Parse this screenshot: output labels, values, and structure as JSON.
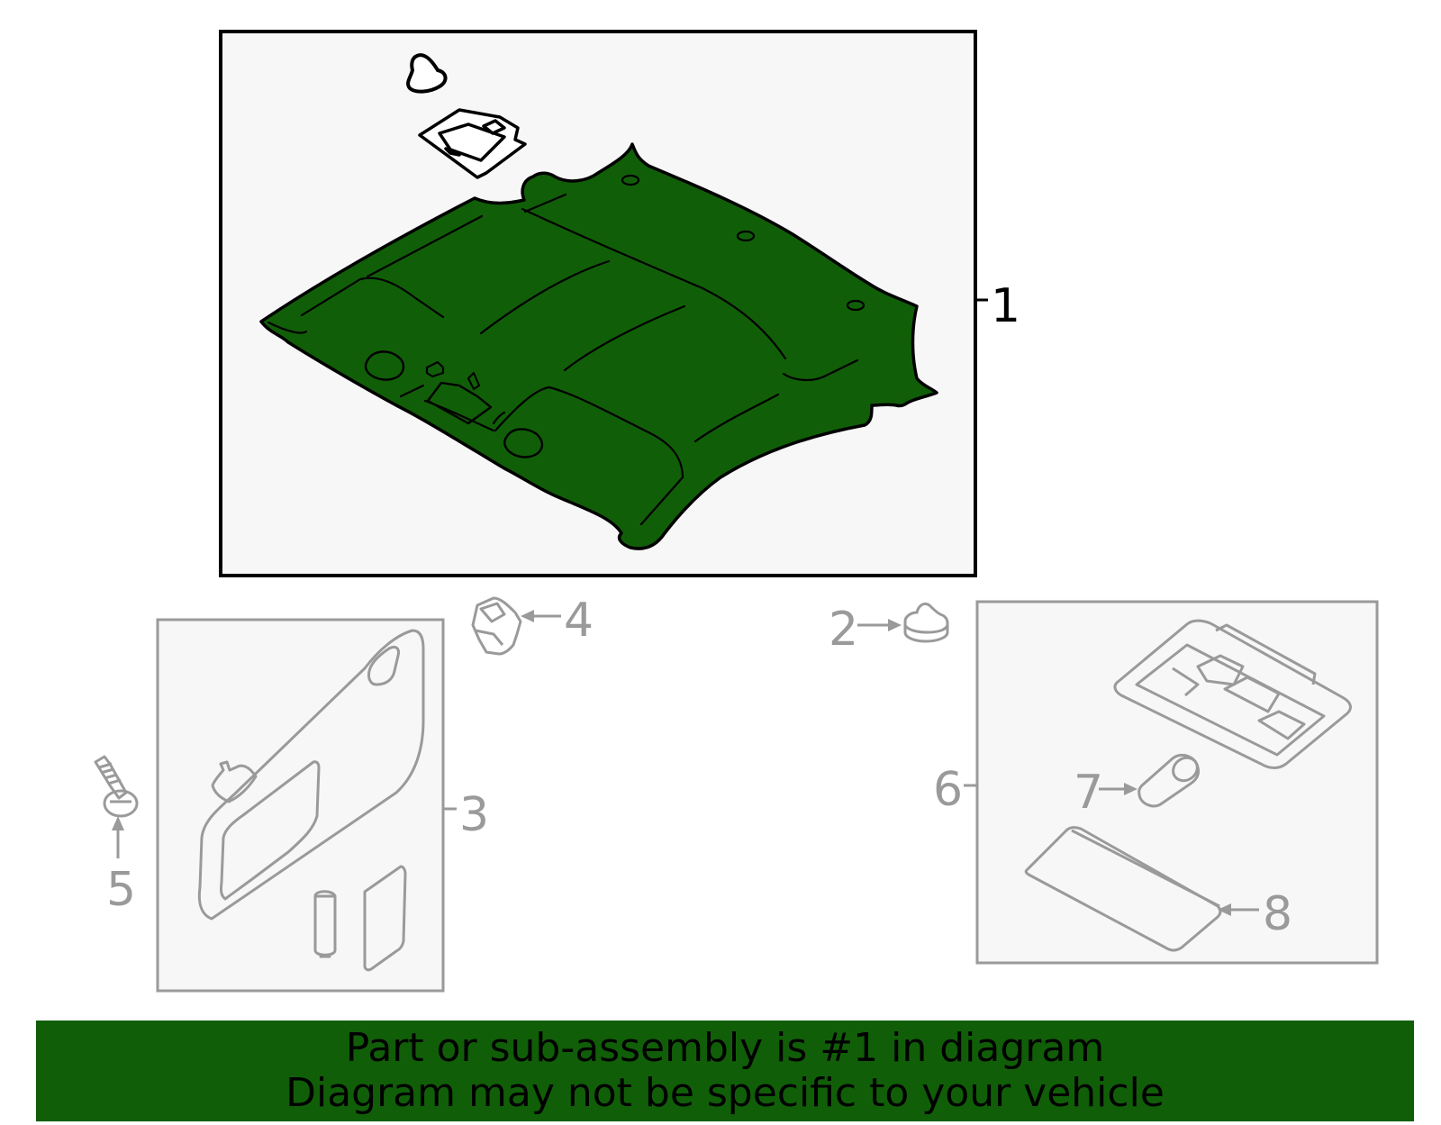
{
  "colors": {
    "highlight_green": "#115e08",
    "main_outline": "#000000",
    "secondary_outline": "#9a9a9a",
    "panel_fill": "#f7f7f7"
  },
  "callouts": {
    "c1": "1",
    "c2": "2",
    "c3": "3",
    "c4": "4",
    "c5": "5",
    "c6": "6",
    "c7": "7",
    "c8": "8"
  },
  "footer": {
    "line1": "Part or sub-assembly is #1 in diagram",
    "line2": "Diagram may not be specific to your vehicle"
  }
}
